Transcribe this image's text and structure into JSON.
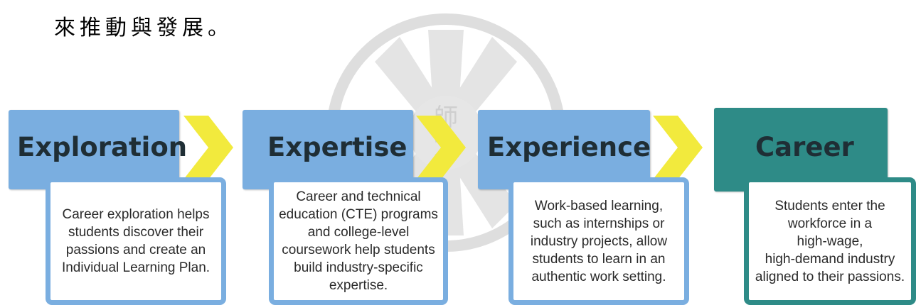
{
  "heading": "來推動與發展。",
  "watermark": {
    "glyph_top": "師",
    "glyph_bottom": "大"
  },
  "steps": [
    {
      "title": "Exploration",
      "description": "Career exploration helps\nstudents discover their\npassions and create an\nIndividual Learning Plan."
    },
    {
      "title": "Expertise",
      "description": "Career and technical\neducation (CTE) programs\nand college-level\ncoursework help students\nbuild industry-specific\nexpertise."
    },
    {
      "title": "Experience",
      "description": "Work-based learning,\nsuch as internships or\nindustry projects, allow\nstudents to learn in an\nauthentic work setting."
    },
    {
      "title": "Career",
      "description": "Students enter the\nworkforce in a\nhigh-wage,\nhigh-demand industry\naligned to their passions."
    }
  ],
  "colors": {
    "step_blue": "#7aaee0",
    "career_teal": "#2e8b87",
    "arrow_yellow": "#f2ea3d",
    "watermark_gray": "#d9d9d9"
  }
}
